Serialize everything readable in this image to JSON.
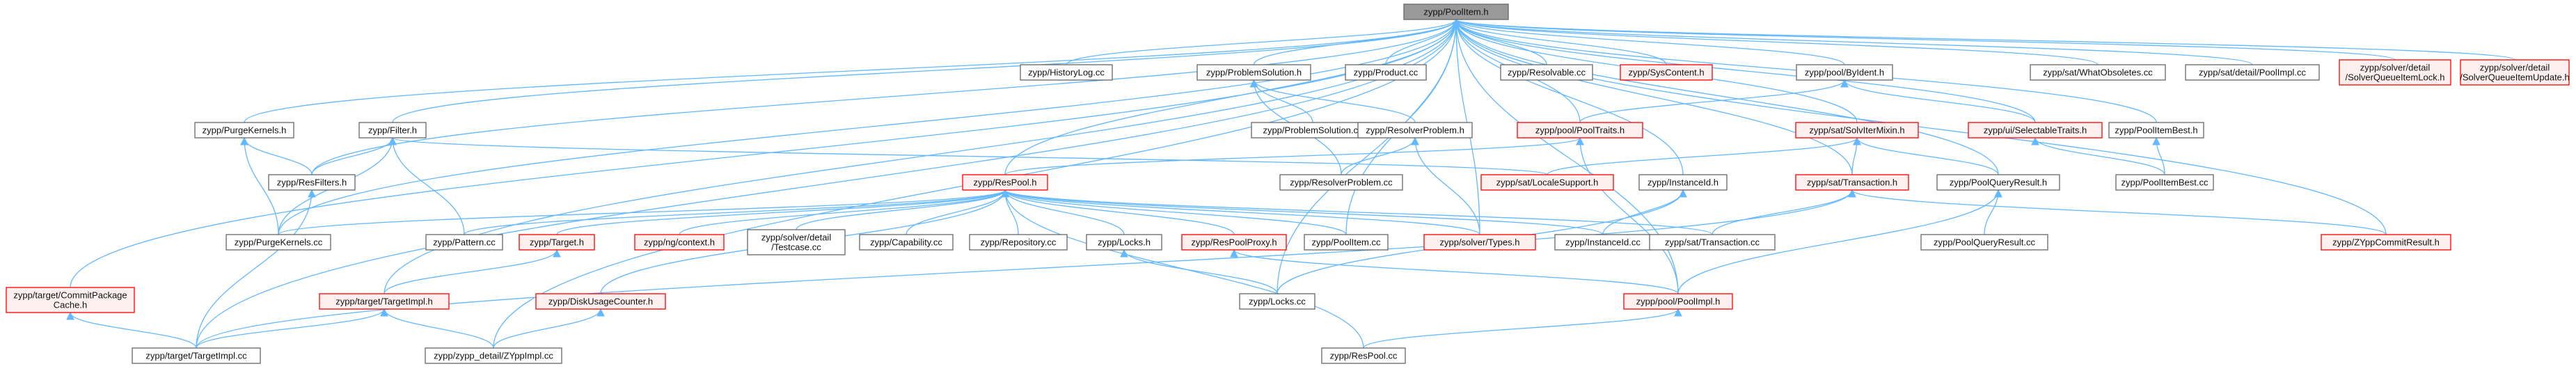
{
  "colors": {
    "edge": "#63b8ff",
    "normal_border": "#666666",
    "normal_fill": "#ffffff",
    "red_border": "#ff0000",
    "red_fill": "#fff0f0",
    "root_border": "#666666",
    "root_fill": "#999999"
  },
  "nodes": [
    {
      "id": "root",
      "lines": [
        "zypp/PoolItem.h"
      ],
      "style": "root"
    },
    {
      "id": "commitpkg",
      "lines": [
        "zypp/target/CommitPackage",
        "Cache.h"
      ],
      "style": "red"
    },
    {
      "id": "purgekernels_h",
      "lines": [
        "zypp/PurgeKernels.h"
      ],
      "style": "normal"
    },
    {
      "id": "filter_h",
      "lines": [
        "zypp/Filter.h"
      ],
      "style": "normal"
    },
    {
      "id": "historylog_cc",
      "lines": [
        "zypp/HistoryLog.cc"
      ],
      "style": "normal"
    },
    {
      "id": "problemsolution_h",
      "lines": [
        "zypp/ProblemSolution.h"
      ],
      "style": "normal"
    },
    {
      "id": "product_cc",
      "lines": [
        "zypp/Product.cc"
      ],
      "style": "normal"
    },
    {
      "id": "resolvable_cc",
      "lines": [
        "zypp/Resolvable.cc"
      ],
      "style": "normal"
    },
    {
      "id": "syscontent_h",
      "lines": [
        "zypp/SysContent.h"
      ],
      "style": "red"
    },
    {
      "id": "poolbyident_h",
      "lines": [
        "zypp/pool/ByIdent.h"
      ],
      "style": "normal"
    },
    {
      "id": "whatobsoletes_cc",
      "lines": [
        "zypp/sat/WhatObsoletes.cc"
      ],
      "style": "normal"
    },
    {
      "id": "satdetail_poolimpl_cc",
      "lines": [
        "zypp/sat/detail/PoolImpl.cc"
      ],
      "style": "normal"
    },
    {
      "id": "sqitemlock_h",
      "lines": [
        "zypp/solver/detail",
        "/SolverQueueItemLock.h"
      ],
      "style": "red"
    },
    {
      "id": "sqitemupdate_h",
      "lines": [
        "zypp/solver/detail",
        "/SolverQueueItemUpdate.h"
      ],
      "style": "red"
    },
    {
      "id": "resfilters_h",
      "lines": [
        "zypp/ResFilters.h"
      ],
      "style": "normal"
    },
    {
      "id": "problemsolution_cc",
      "lines": [
        "zypp/ProblemSolution.cc"
      ],
      "style": "normal"
    },
    {
      "id": "resolverproblem_h",
      "lines": [
        "zypp/ResolverProblem.h"
      ],
      "style": "normal"
    },
    {
      "id": "pooltraits_h",
      "lines": [
        "zypp/pool/PoolTraits.h"
      ],
      "style": "red"
    },
    {
      "id": "solvitermixin_h",
      "lines": [
        "zypp/sat/SolvIterMixin.h"
      ],
      "style": "red"
    },
    {
      "id": "selectabletraits_h",
      "lines": [
        "zypp/ui/SelectableTraits.h"
      ],
      "style": "red"
    },
    {
      "id": "poolitembest_h",
      "lines": [
        "zypp/PoolItemBest.h"
      ],
      "style": "normal"
    },
    {
      "id": "respool_h",
      "lines": [
        "zypp/ResPool.h"
      ],
      "style": "red"
    },
    {
      "id": "resolverproblem_cc",
      "lines": [
        "zypp/ResolverProblem.cc"
      ],
      "style": "normal"
    },
    {
      "id": "localesupport_h",
      "lines": [
        "zypp/sat/LocaleSupport.h"
      ],
      "style": "red"
    },
    {
      "id": "instanceid_h",
      "lines": [
        "zypp/InstanceId.h"
      ],
      "style": "normal"
    },
    {
      "id": "transaction_h",
      "lines": [
        "zypp/sat/Transaction.h"
      ],
      "style": "red"
    },
    {
      "id": "poolqueryresult_h",
      "lines": [
        "zypp/PoolQueryResult.h"
      ],
      "style": "normal"
    },
    {
      "id": "poolitembest_cc",
      "lines": [
        "zypp/PoolItemBest.cc"
      ],
      "style": "normal"
    },
    {
      "id": "purgekernels_cc",
      "lines": [
        "zypp/PurgeKernels.cc"
      ],
      "style": "normal"
    },
    {
      "id": "pattern_cc",
      "lines": [
        "zypp/Pattern.cc"
      ],
      "style": "normal"
    },
    {
      "id": "target_h",
      "lines": [
        "zypp/Target.h"
      ],
      "style": "red"
    },
    {
      "id": "context_h",
      "lines": [
        "zypp/ng/context.h"
      ],
      "style": "red"
    },
    {
      "id": "testcase_cc",
      "lines": [
        "zypp/solver/detail",
        "/Testcase.cc"
      ],
      "style": "normal"
    },
    {
      "id": "capability_cc",
      "lines": [
        "zypp/Capability.cc"
      ],
      "style": "normal"
    },
    {
      "id": "repository_cc",
      "lines": [
        "zypp/Repository.cc"
      ],
      "style": "normal"
    },
    {
      "id": "locks_h",
      "lines": [
        "zypp/Locks.h"
      ],
      "style": "normal"
    },
    {
      "id": "respoolproxy_h",
      "lines": [
        "zypp/ResPoolProxy.h"
      ],
      "style": "red"
    },
    {
      "id": "poolitem_cc",
      "lines": [
        "zypp/PoolItem.cc"
      ],
      "style": "normal"
    },
    {
      "id": "types_h",
      "lines": [
        "zypp/solver/Types.h"
      ],
      "style": "red"
    },
    {
      "id": "instanceid_cc",
      "lines": [
        "zypp/InstanceId.cc"
      ],
      "style": "normal"
    },
    {
      "id": "transaction_cc",
      "lines": [
        "zypp/sat/Transaction.cc"
      ],
      "style": "normal"
    },
    {
      "id": "poolqueryresult_cc",
      "lines": [
        "zypp/PoolQueryResult.cc"
      ],
      "style": "normal"
    },
    {
      "id": "zyppcommitresult_h",
      "lines": [
        "zypp/ZYppCommitResult.h"
      ],
      "style": "red"
    },
    {
      "id": "targetimpl_h",
      "lines": [
        "zypp/target/TargetImpl.h"
      ],
      "style": "red"
    },
    {
      "id": "diskusagecounter_h",
      "lines": [
        "zypp/DiskUsageCounter.h"
      ],
      "style": "red"
    },
    {
      "id": "locks_cc",
      "lines": [
        "zypp/Locks.cc"
      ],
      "style": "normal"
    },
    {
      "id": "poolimpl_h",
      "lines": [
        "zypp/pool/PoolImpl.h"
      ],
      "style": "red"
    },
    {
      "id": "targetimpl_cc",
      "lines": [
        "zypp/target/TargetImpl.cc"
      ],
      "style": "normal"
    },
    {
      "id": "zyppimpl_cc",
      "lines": [
        "zypp/zypp_detail/ZYppImpl.cc"
      ],
      "style": "normal"
    },
    {
      "id": "respool_cc",
      "lines": [
        "zypp/ResPool.cc"
      ],
      "style": "normal"
    }
  ],
  "edges": [
    [
      "commitpkg",
      "root"
    ],
    [
      "purgekernels_h",
      "root"
    ],
    [
      "filter_h",
      "root"
    ],
    [
      "historylog_cc",
      "root"
    ],
    [
      "problemsolution_h",
      "root"
    ],
    [
      "product_cc",
      "root"
    ],
    [
      "resolvable_cc",
      "root"
    ],
    [
      "syscontent_h",
      "root"
    ],
    [
      "poolbyident_h",
      "root"
    ],
    [
      "whatobsoletes_cc",
      "root"
    ],
    [
      "satdetail_poolimpl_cc",
      "root"
    ],
    [
      "sqitemlock_h",
      "root"
    ],
    [
      "sqitemupdate_h",
      "root"
    ],
    [
      "resfilters_h",
      "root"
    ],
    [
      "pooltraits_h",
      "root"
    ],
    [
      "solvitermixin_h",
      "root"
    ],
    [
      "selectabletraits_h",
      "root"
    ],
    [
      "poolitembest_h",
      "root"
    ],
    [
      "respool_h",
      "root"
    ],
    [
      "instanceid_h",
      "root"
    ],
    [
      "transaction_h",
      "root"
    ],
    [
      "poolqueryresult_h",
      "root"
    ],
    [
      "purgekernels_cc",
      "root"
    ],
    [
      "targetimpl_h",
      "root"
    ],
    [
      "poolitem_cc",
      "root"
    ],
    [
      "zyppcommitresult_h",
      "root"
    ],
    [
      "targetimpl_cc",
      "root"
    ],
    [
      "zyppimpl_cc",
      "root"
    ],
    [
      "locks_cc",
      "root"
    ],
    [
      "types_h",
      "root"
    ],
    [
      "poolimpl_h",
      "root"
    ],
    [
      "resfilters_h",
      "filter_h"
    ],
    [
      "pattern_cc",
      "filter_h"
    ],
    [
      "purgekernels_cc",
      "filter_h"
    ],
    [
      "localesupport_h",
      "filter_h"
    ],
    [
      "problemsolution_cc",
      "problemsolution_h"
    ],
    [
      "resolverproblem_h",
      "problemsolution_h"
    ],
    [
      "resolverproblem_cc",
      "problemsolution_h"
    ],
    [
      "resolverproblem_cc",
      "resolverproblem_h"
    ],
    [
      "types_h",
      "resolverproblem_h"
    ],
    [
      "problemsolution_cc",
      "resolverproblem_h"
    ],
    [
      "pooltraits_h",
      "poolbyident_h"
    ],
    [
      "selectabletraits_h",
      "poolbyident_h"
    ],
    [
      "respool_h",
      "pooltraits_h"
    ],
    [
      "poolimpl_h",
      "pooltraits_h"
    ],
    [
      "localesupport_h",
      "solvitermixin_h"
    ],
    [
      "transaction_h",
      "solvitermixin_h"
    ],
    [
      "poolqueryresult_h",
      "solvitermixin_h"
    ],
    [
      "poolitembest_cc",
      "selectabletraits_h"
    ],
    [
      "poolitembest_cc",
      "poolitembest_h"
    ],
    [
      "purgekernels_cc",
      "purgekernels_h"
    ],
    [
      "resfilters_h",
      "purgekernels_h"
    ],
    [
      "targetimpl_cc",
      "resfilters_h"
    ],
    [
      "purgekernels_cc",
      "respool_h"
    ],
    [
      "pattern_cc",
      "respool_h"
    ],
    [
      "target_h",
      "respool_h"
    ],
    [
      "context_h",
      "respool_h"
    ],
    [
      "testcase_cc",
      "respool_h"
    ],
    [
      "capability_cc",
      "respool_h"
    ],
    [
      "repository_cc",
      "respool_h"
    ],
    [
      "locks_h",
      "respool_h"
    ],
    [
      "respoolproxy_h",
      "respool_h"
    ],
    [
      "poolitem_cc",
      "respool_h"
    ],
    [
      "types_h",
      "respool_h"
    ],
    [
      "instanceid_cc",
      "respool_h"
    ],
    [
      "transaction_cc",
      "respool_h"
    ],
    [
      "diskusagecounter_h",
      "respool_h"
    ],
    [
      "respool_cc",
      "respool_h"
    ],
    [
      "instanceid_cc",
      "instanceid_h"
    ],
    [
      "locks_cc",
      "instanceid_h"
    ],
    [
      "transaction_cc",
      "transaction_h"
    ],
    [
      "zyppcommitresult_h",
      "transaction_h"
    ],
    [
      "targetimpl_cc",
      "transaction_h"
    ],
    [
      "poolqueryresult_cc",
      "poolqueryresult_h"
    ],
    [
      "poolimpl_h",
      "poolqueryresult_h"
    ],
    [
      "targetimpl_h",
      "target_h"
    ],
    [
      "locks_cc",
      "locks_h"
    ],
    [
      "poolimpl_h",
      "respoolproxy_h"
    ],
    [
      "respool_cc",
      "poolimpl_h"
    ],
    [
      "targetimpl_cc",
      "targetimpl_h"
    ],
    [
      "zyppimpl_cc",
      "targetimpl_h"
    ],
    [
      "zyppimpl_cc",
      "diskusagecounter_h"
    ],
    [
      "targetimpl_cc",
      "commitpkg"
    ]
  ]
}
